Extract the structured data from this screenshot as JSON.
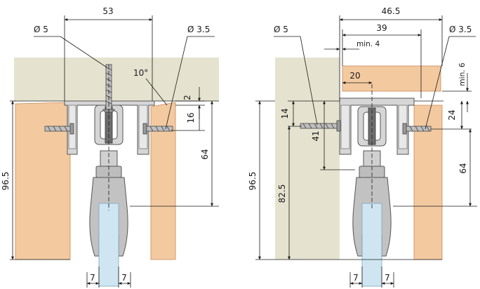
{
  "colors": {
    "ceiling": "#e5e3cf",
    "wood": "#f3c9a0",
    "wood_edge": "#c98a58",
    "metal": "#d6d6d6",
    "metal_dark": "#8a8a8a",
    "glass": "#cfe6f2",
    "line": "#1a1a1a"
  },
  "icons": [
    "screw-icon",
    "roller-icon"
  ],
  "left_drawing": {
    "width_53": "53",
    "screw_dia_5": "Ø 5",
    "screw_dia_3_5": "Ø 3.5",
    "angle_10": "10°",
    "dim_2": "2",
    "dim_16": "16",
    "dim_64": "64",
    "height_96_5": "96.5",
    "glass_7a": "7",
    "glass_7b": "7"
  },
  "right_drawing": {
    "width_46_5": "46.5",
    "width_39": "39",
    "min_4": "min. 4",
    "screw_dia_5": "Ø 5",
    "screw_dia_3_5": "Ø 3.5",
    "min_6": "min. 6",
    "dim_20": "20",
    "dim_14": "14",
    "dim_41": "41",
    "dim_24": "24",
    "dim_64": "64",
    "height_96_5": "96.5",
    "height_82_5": "82.5",
    "glass_7a": "7",
    "glass_7b": "7"
  }
}
